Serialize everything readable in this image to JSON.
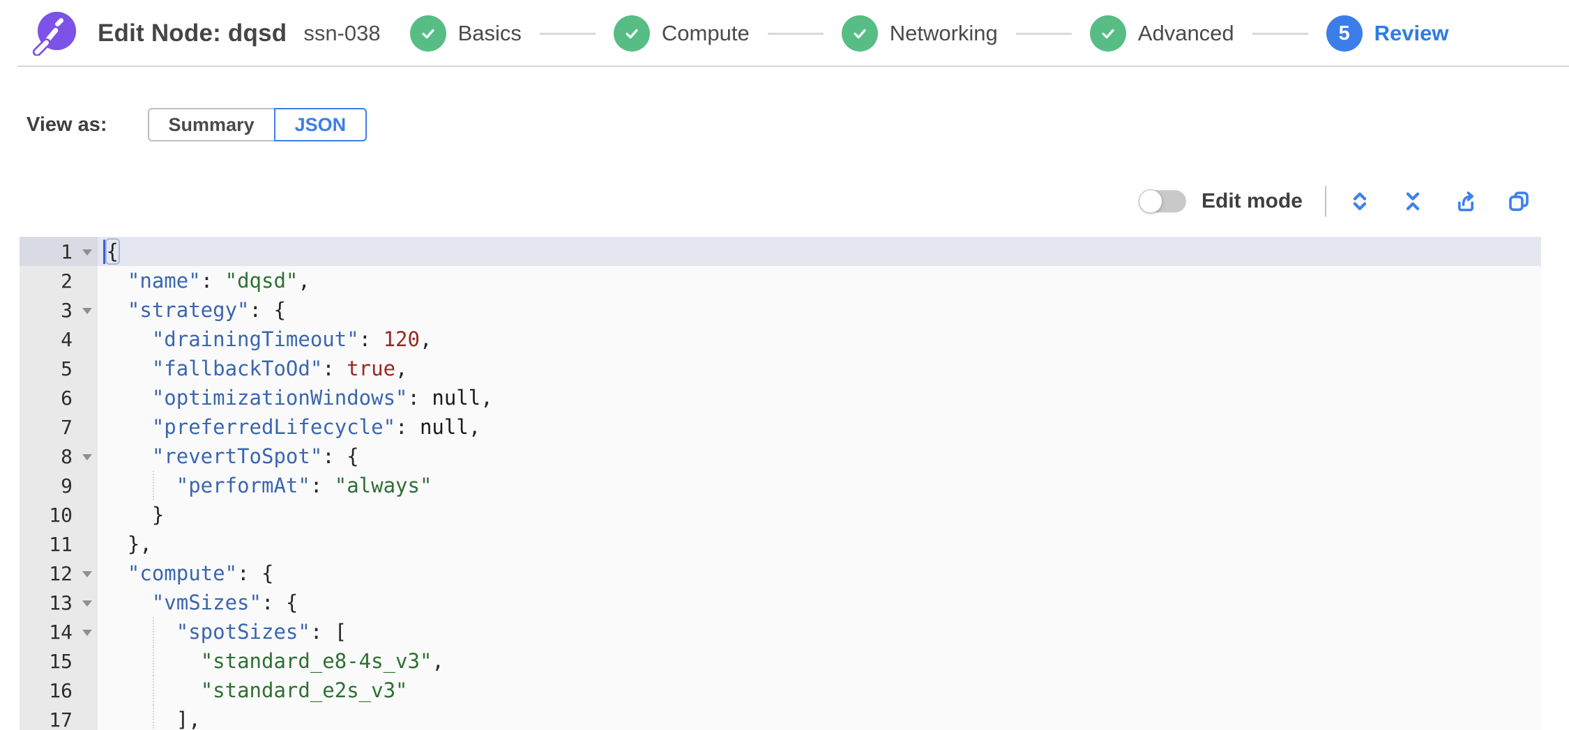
{
  "header": {
    "title": "Edit Node: dqsd",
    "subtitle": "ssn-038",
    "steps": [
      {
        "label": "Basics",
        "state": "done"
      },
      {
        "label": "Compute",
        "state": "done"
      },
      {
        "label": "Networking",
        "state": "done"
      },
      {
        "label": "Advanced",
        "state": "done"
      },
      {
        "label": "Review",
        "state": "active",
        "number": "5"
      }
    ]
  },
  "view_as": {
    "label": "View as:",
    "options": [
      {
        "label": "Summary",
        "selected": false
      },
      {
        "label": "JSON",
        "selected": true
      }
    ]
  },
  "toolbar": {
    "edit_mode_label": "Edit mode",
    "edit_mode_on": false,
    "icons": [
      "expand-icon",
      "collapse-icon",
      "export-icon",
      "copy-icon"
    ]
  },
  "colors": {
    "brand_purple": "#7c52e8",
    "step_done_green": "#57bd85",
    "accent_blue": "#3c7ee9",
    "active_line": "#e4e7f0",
    "gutter_bg": "#e9e9e9",
    "key_blue": "#3a66b0",
    "string_green": "#2e7033",
    "number_red": "#9b2722"
  },
  "editor": {
    "lines": [
      {
        "num": "1",
        "fold": true,
        "active": true,
        "guide": false,
        "tokens": [
          {
            "t": "cursor",
            "v": ""
          },
          {
            "t": "match",
            "v": "{"
          }
        ]
      },
      {
        "num": "2",
        "fold": false,
        "active": false,
        "guide": false,
        "tokens": [
          {
            "t": "p",
            "v": "  "
          },
          {
            "t": "k",
            "v": "\"name\""
          },
          {
            "t": "p",
            "v": ": "
          },
          {
            "t": "s",
            "v": "\"dqsd\""
          },
          {
            "t": "p",
            "v": ","
          }
        ]
      },
      {
        "num": "3",
        "fold": true,
        "active": false,
        "guide": false,
        "tokens": [
          {
            "t": "p",
            "v": "  "
          },
          {
            "t": "k",
            "v": "\"strategy\""
          },
          {
            "t": "p",
            "v": ": {"
          }
        ]
      },
      {
        "num": "4",
        "fold": false,
        "active": false,
        "guide": false,
        "tokens": [
          {
            "t": "p",
            "v": "    "
          },
          {
            "t": "k",
            "v": "\"drainingTimeout\""
          },
          {
            "t": "p",
            "v": ": "
          },
          {
            "t": "n",
            "v": "120"
          },
          {
            "t": "p",
            "v": ","
          }
        ]
      },
      {
        "num": "5",
        "fold": false,
        "active": false,
        "guide": false,
        "tokens": [
          {
            "t": "p",
            "v": "    "
          },
          {
            "t": "k",
            "v": "\"fallbackToOd\""
          },
          {
            "t": "p",
            "v": ": "
          },
          {
            "t": "b",
            "v": "true"
          },
          {
            "t": "p",
            "v": ","
          }
        ]
      },
      {
        "num": "6",
        "fold": false,
        "active": false,
        "guide": false,
        "tokens": [
          {
            "t": "p",
            "v": "    "
          },
          {
            "t": "k",
            "v": "\"optimizationWindows\""
          },
          {
            "t": "p",
            "v": ": "
          },
          {
            "t": "u",
            "v": "null"
          },
          {
            "t": "p",
            "v": ","
          }
        ]
      },
      {
        "num": "7",
        "fold": false,
        "active": false,
        "guide": false,
        "tokens": [
          {
            "t": "p",
            "v": "    "
          },
          {
            "t": "k",
            "v": "\"preferredLifecycle\""
          },
          {
            "t": "p",
            "v": ": "
          },
          {
            "t": "u",
            "v": "null"
          },
          {
            "t": "p",
            "v": ","
          }
        ]
      },
      {
        "num": "8",
        "fold": true,
        "active": false,
        "guide": false,
        "tokens": [
          {
            "t": "p",
            "v": "    "
          },
          {
            "t": "k",
            "v": "\"revertToSpot\""
          },
          {
            "t": "p",
            "v": ": {"
          }
        ]
      },
      {
        "num": "9",
        "fold": false,
        "active": false,
        "guide": true,
        "tokens": [
          {
            "t": "p",
            "v": "      "
          },
          {
            "t": "k",
            "v": "\"performAt\""
          },
          {
            "t": "p",
            "v": ": "
          },
          {
            "t": "s",
            "v": "\"always\""
          }
        ]
      },
      {
        "num": "10",
        "fold": false,
        "active": false,
        "guide": false,
        "tokens": [
          {
            "t": "p",
            "v": "    }"
          }
        ]
      },
      {
        "num": "11",
        "fold": false,
        "active": false,
        "guide": false,
        "tokens": [
          {
            "t": "p",
            "v": "  },"
          }
        ]
      },
      {
        "num": "12",
        "fold": true,
        "active": false,
        "guide": false,
        "tokens": [
          {
            "t": "p",
            "v": "  "
          },
          {
            "t": "k",
            "v": "\"compute\""
          },
          {
            "t": "p",
            "v": ": {"
          }
        ]
      },
      {
        "num": "13",
        "fold": true,
        "active": false,
        "guide": false,
        "tokens": [
          {
            "t": "p",
            "v": "    "
          },
          {
            "t": "k",
            "v": "\"vmSizes\""
          },
          {
            "t": "p",
            "v": ": {"
          }
        ]
      },
      {
        "num": "14",
        "fold": true,
        "active": false,
        "guide": true,
        "tokens": [
          {
            "t": "p",
            "v": "      "
          },
          {
            "t": "k",
            "v": "\"spotSizes\""
          },
          {
            "t": "p",
            "v": ": ["
          }
        ]
      },
      {
        "num": "15",
        "fold": false,
        "active": false,
        "guide": true,
        "tokens": [
          {
            "t": "p",
            "v": "        "
          },
          {
            "t": "s",
            "v": "\"standard_e8-4s_v3\""
          },
          {
            "t": "p",
            "v": ","
          }
        ]
      },
      {
        "num": "16",
        "fold": false,
        "active": false,
        "guide": true,
        "tokens": [
          {
            "t": "p",
            "v": "        "
          },
          {
            "t": "s",
            "v": "\"standard_e2s_v3\""
          }
        ]
      },
      {
        "num": "17",
        "fold": false,
        "active": false,
        "guide": true,
        "tokens": [
          {
            "t": "p",
            "v": "      ],"
          }
        ]
      }
    ]
  }
}
